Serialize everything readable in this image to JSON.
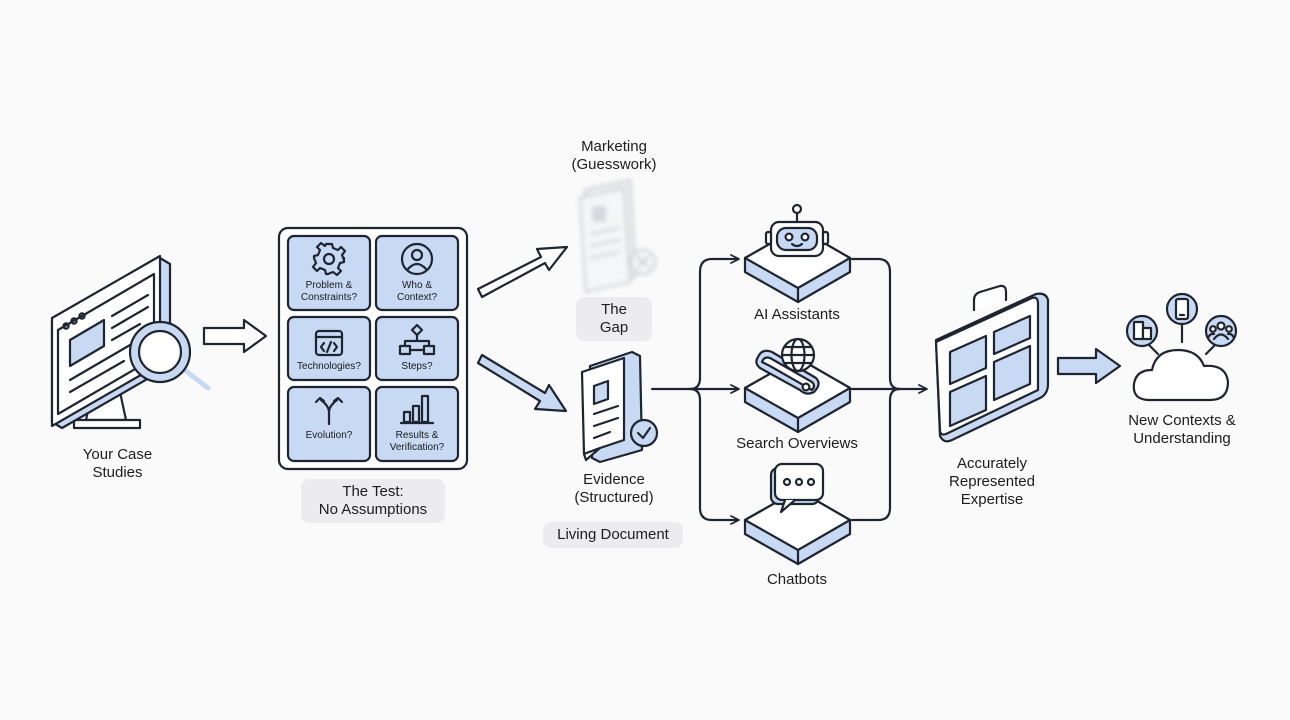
{
  "nodes": {
    "case_studies": "Your Case\nStudies",
    "the_test": "The Test:\nNo Assumptions",
    "marketing": "Marketing\n(Guesswork)",
    "the_gap": "The Gap",
    "evidence": "Evidence\n(Structured)",
    "living_document": "Living Document",
    "ai_assistants": "AI Assistants",
    "search_overviews": "Search Overviews",
    "chatbots": "Chatbots",
    "expertise": "Accurately\nRepresented\nExpertise",
    "new_contexts": "New Contexts &\nUnderstanding"
  },
  "test_questions": [
    {
      "label": "Problem &\nConstraints?",
      "icon": "gear-icon"
    },
    {
      "label": "Who &\nContext?",
      "icon": "person-icon"
    },
    {
      "label": "Technologies?",
      "icon": "code-icon"
    },
    {
      "label": "Steps?",
      "icon": "flowchart-icon"
    },
    {
      "label": "Evolution?",
      "icon": "fork-arrows-icon"
    },
    {
      "label": "Results &\nVerification?",
      "icon": "bar-chart-icon"
    }
  ],
  "colors": {
    "accent_fill": "#c8d9f3",
    "ink": "#1f2530",
    "pill_bg": "#ececee",
    "background": "#fafafb"
  }
}
